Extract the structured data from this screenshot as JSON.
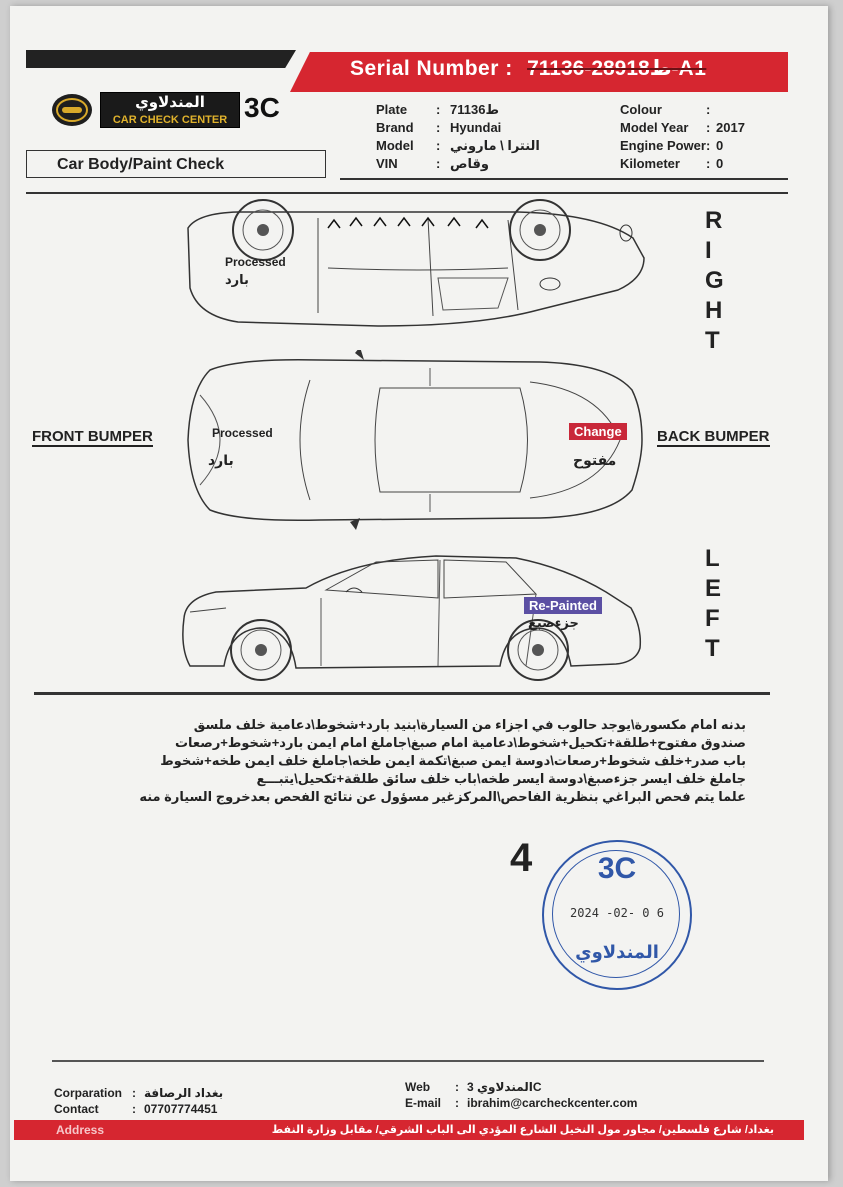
{
  "header": {
    "serial_label": "Serial Number :",
    "serial_value": "ط28918-71136-A1",
    "logo_arabic": "المندلاوي",
    "logo_english": "CAR CHECK CENTER",
    "logo_mark": "3C",
    "section_title": "Car Body/Paint Check"
  },
  "vehicle": {
    "plate_label": "Plate",
    "plate_value": "ط71136",
    "brand_label": "Brand",
    "brand_value": "Hyundai",
    "model_label": "Model",
    "model_value": "النترا \\ ماروني",
    "vin_label": "VIN",
    "vin_value": "وقاص",
    "colour_label": "Colour",
    "colour_value": "",
    "model_year_label": "Model Year",
    "model_year_value": "2017",
    "engine_label": "Engine Power",
    "engine_value": "0",
    "km_label": "Kilometer",
    "km_value": "0"
  },
  "diagram": {
    "right_letters": [
      "R",
      "I",
      "G",
      "H",
      "T"
    ],
    "left_letters": [
      "L",
      "E",
      "F",
      "T"
    ],
    "front_bumper": "FRONT BUMPER",
    "back_bumper": "BACK BUMPER",
    "right_processed_en": "Processed",
    "right_processed_ar": "بارد",
    "top_processed_en": "Processed",
    "top_processed_ar": "بارد",
    "top_change_en": "Change",
    "top_change_ar": "مفتوح",
    "left_repainted_en": "Re-Painted",
    "left_repainted_ar": "جزءصبغ"
  },
  "notes": [
    "بدنه امام مكسورة\\يوجد حالوب في اجزاء من السيارة\\بنيد بارد+شخوط\\دعامية خلف ملسق",
    "صندوق مفتوح+طلقة+تكحيل+شخوط\\دعامية امام صبغ\\جاملغ امام ايمن بارد+شخوط+رصعات",
    "باب صدر+خلف شخوط+رصعات\\دوسة ايمن صبغ\\تكمة ايمن طخه\\جاملغ خلف ايمن طخه+شخوط",
    "جاملغ خلف ايسر جزءصبغ\\دوسة ايسر طخه\\باب خلف سائق طلقة+تكحيل\\يتبـــع",
    "علما يتم فحص البراغي بنظرية الفاحص\\المركزغير مسؤول عن نتائج الفحص بعدخروج السيارة منه"
  ],
  "handwritten_number": "4",
  "stamp": {
    "top": "3C",
    "date": "2024 -02- 0 6",
    "bottom": "المندلاوي"
  },
  "footer": {
    "corporation_label": "Corparation",
    "corporation_value": "بغداد الرصافة",
    "contact_label": "Contact",
    "contact_value": "07707774451",
    "web_label": "Web",
    "web_value": "المندلاوي 3C",
    "email_label": "E-mail",
    "email_value": "ibrahim@carcheckcenter.com",
    "address_label": "Address",
    "address_value": "بغداد/ شارع فلسطين/ مجاور مول النخيل الشارع المؤدي الى الباب الشرقي/ مقابل وزارة النفط"
  },
  "colors": {
    "brand_red": "#d62630",
    "change_red": "#c9283a",
    "repaint_purple": "#5b4fa3",
    "stamp_blue": "#3057a8"
  }
}
